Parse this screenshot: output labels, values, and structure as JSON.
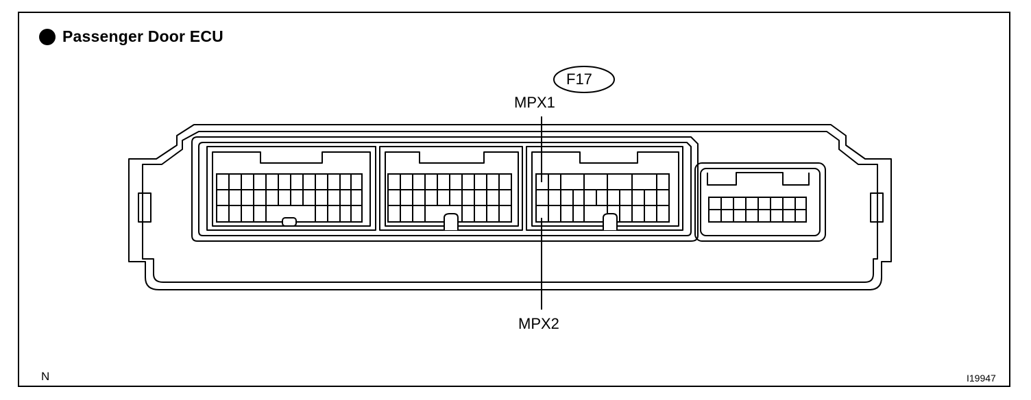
{
  "title": "Passenger Door ECU",
  "connector_code": "F17",
  "terminals": {
    "top": "MPX1",
    "bottom": "MPX2"
  },
  "footer": {
    "left_mark": "N",
    "figure_id": "I19947"
  }
}
